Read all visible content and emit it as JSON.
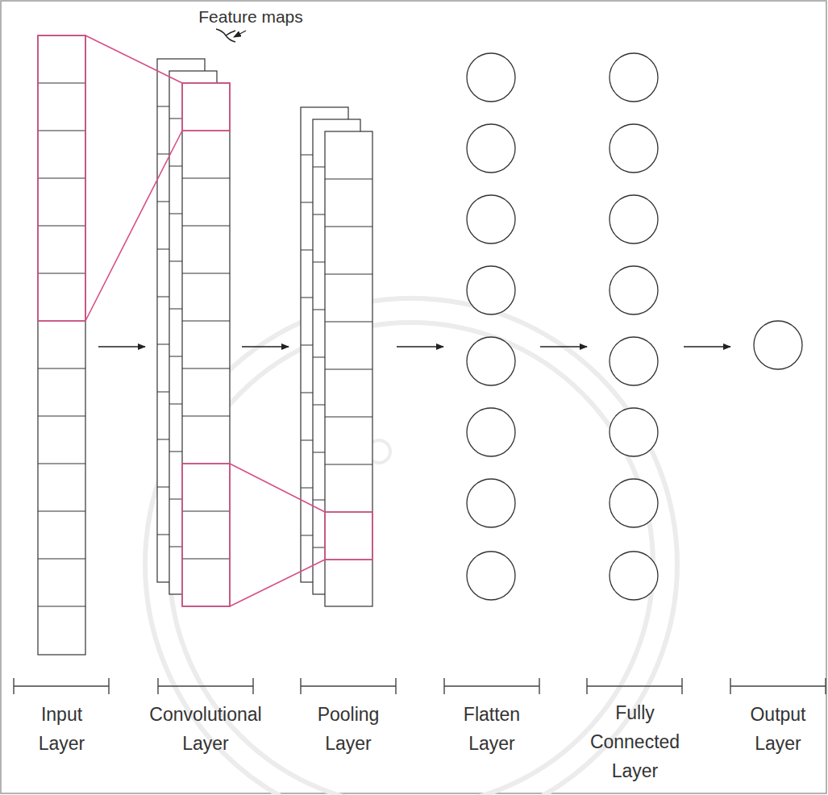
{
  "diagram": {
    "labels": [
      "Feature maps",
      "Input Layer",
      "Convolutional Layer",
      "Pooling Layer",
      "Flatten Layer",
      "Fully Connected Layer",
      "Output Layer"
    ]
  }
}
